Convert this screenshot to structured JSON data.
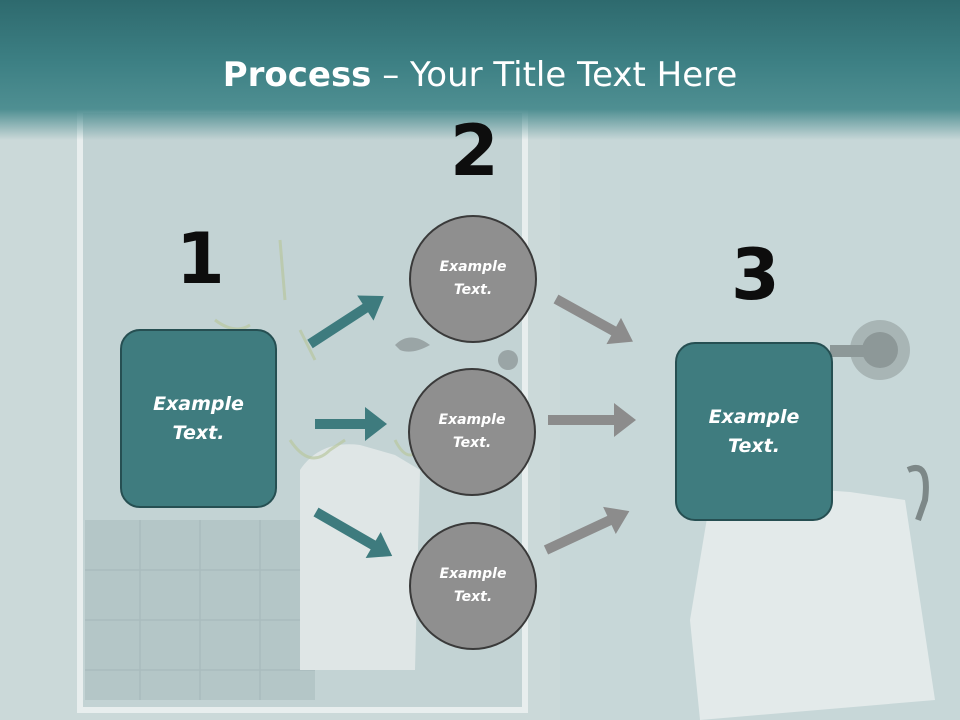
{
  "title": {
    "bold": "Process",
    "rest": " – Your Title Text Here"
  },
  "steps": [
    {
      "number": "1",
      "text": "Example Text."
    },
    {
      "number": "2",
      "circles": [
        "Example Text.",
        "Example Text.",
        "Example Text."
      ]
    },
    {
      "number": "3",
      "text": "Example Text."
    }
  ],
  "colors": {
    "banner": "#3d8084",
    "box": "#3f7c7f",
    "circle": "#8f8f8f",
    "teal_arrow": "#3e7b7e",
    "gray_arrow": "#8c8c8c"
  }
}
